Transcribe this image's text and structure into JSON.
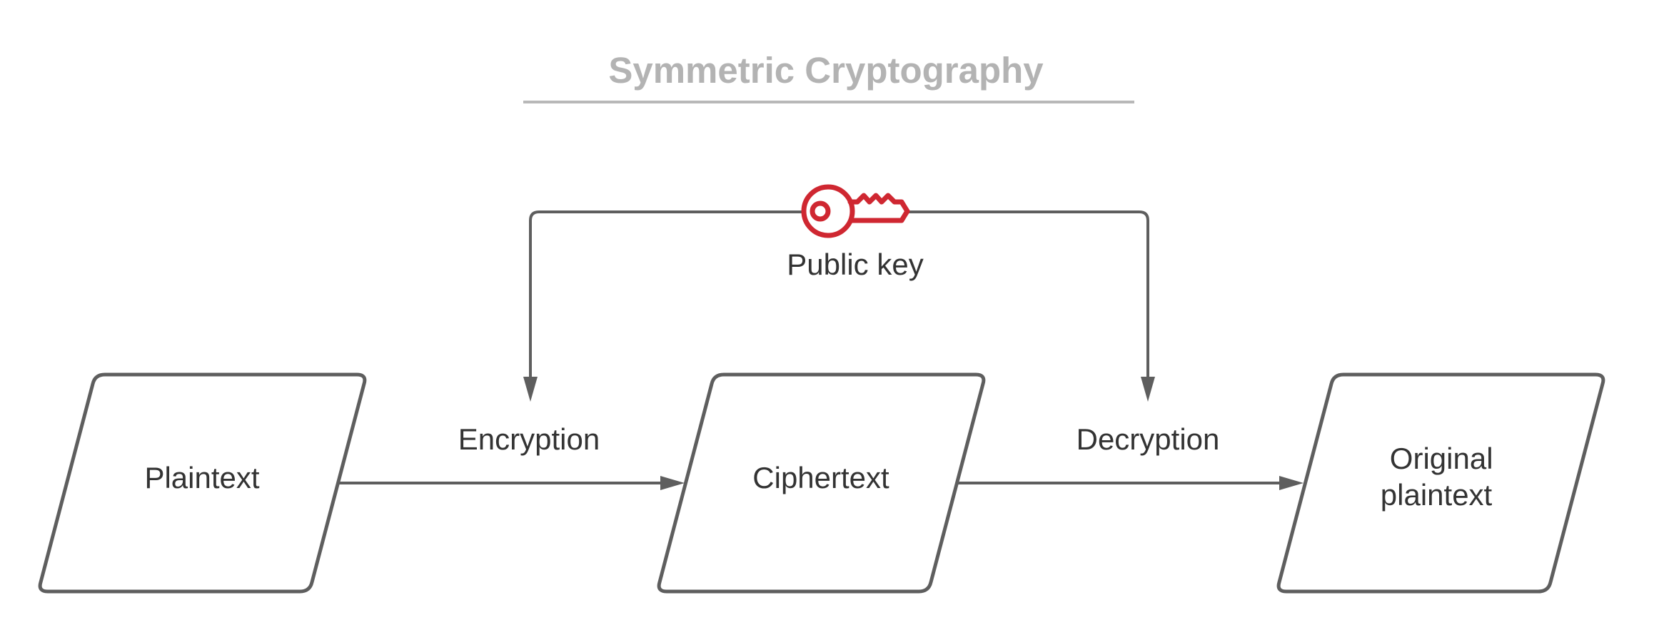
{
  "title": "Symmetric Cryptography",
  "key": {
    "label": "Public key",
    "icon": "key-icon",
    "color": "#cf2731"
  },
  "nodes": {
    "plaintext": "Plaintext",
    "ciphertext": "Ciphertext",
    "original_line1": "Original",
    "original_line2": "plaintext"
  },
  "edges": {
    "encryption": "Encryption",
    "decryption": "Decryption"
  },
  "colors": {
    "title": "#b3b3b3",
    "stroke": "#5e5e5e",
    "text": "#333333"
  }
}
